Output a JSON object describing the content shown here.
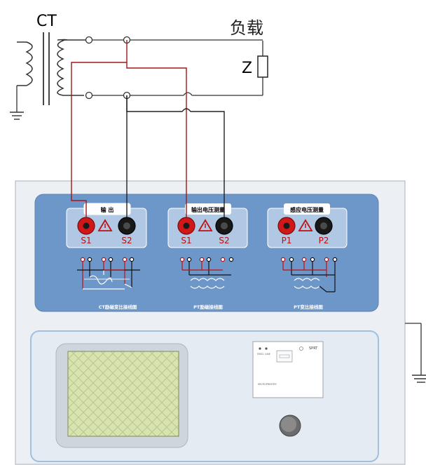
{
  "diagram": {
    "ct_label": "CT",
    "load_label": "负载",
    "z_label": "Z"
  },
  "panel": {
    "groups": [
      {
        "title": "输 出",
        "left_terminal": "S1",
        "right_terminal": "S2",
        "caption": "CT励磁变比接线图"
      },
      {
        "title": "输出电压测量",
        "left_terminal": "S1",
        "right_terminal": "S2",
        "caption": "PT励磁接线图"
      },
      {
        "title": "感应电压测量",
        "left_terminal": "P1",
        "right_terminal": "P2",
        "caption": "PT变比接线图"
      }
    ],
    "printer": {
      "brand": "SPRT",
      "model": "MICROPRINTER",
      "btn1": "FEED",
      "btn2": "LINE"
    }
  },
  "colors": {
    "red_wire": "#a01818",
    "black_wire": "#202020",
    "panel_blue": "#6d97c8",
    "device_gray": "#eceff3",
    "screen_green": "#d7e3ae"
  }
}
